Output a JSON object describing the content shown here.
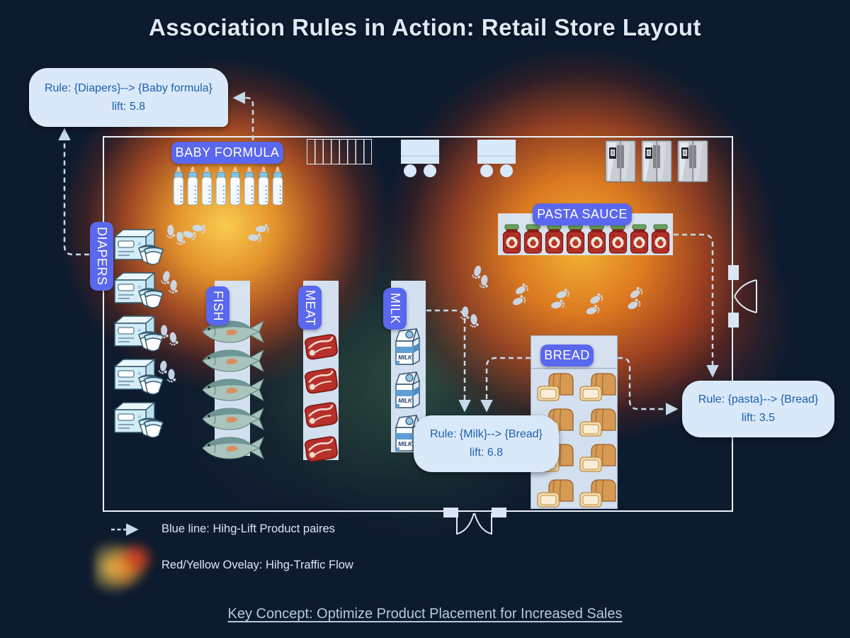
{
  "title": "Association Rules in Action: Retail Store Layout",
  "callouts": {
    "diapers_formula": {
      "rule": "Rule: {Diapers}--> {Baby formula}",
      "lift": "lift: 5.8"
    },
    "milk_bread": {
      "rule": "Rule: {Milk}--> {Bread}",
      "lift": "lift: 6.8"
    },
    "pasta_bread": {
      "rule": "Rule: {pasta}--> {Bread}",
      "lift": "lift: 3.5"
    }
  },
  "sections": {
    "baby_formula": {
      "label": "BABY FORMULA",
      "item_count": 8
    },
    "diapers": {
      "label": "DIAPERS",
      "item_count": 5
    },
    "fish": {
      "label": "FISH",
      "item_count": 5
    },
    "meat": {
      "label": "MEAT",
      "item_count": 4
    },
    "milk": {
      "label": "MILK",
      "item_count": 3,
      "carton_text": "MILK"
    },
    "pasta_sauce": {
      "label": "PASTA SAUCE",
      "item_count": 8
    },
    "bread": {
      "label": "BREAD",
      "item_count": 8
    }
  },
  "fixtures": {
    "fridge_count": 3,
    "checkout_count": 2
  },
  "legend": {
    "line_label": "Blue line: Hihg-Lift Product paires",
    "overlay_label": "Red/Yellow Ovelay: Hihg-Traffic Flow"
  },
  "footer": "Key Concept: Optimize Product Placement for Increased Sales",
  "colors": {
    "background": "#0d1b2e",
    "title_text": "#dfe9f6",
    "label_bg": "#5a67ef",
    "label_text": "#ffffff",
    "callout_bg": "#d9e9f9",
    "callout_text": "#1d5fa9",
    "wall": "#e9f1fa",
    "line": "#c7daea",
    "shelf": "#d8e6f6",
    "heat_core": "#ffd050",
    "heat_mid": "#f1831f",
    "heat_outer": "#b8442c",
    "footer_text": "#b6c9e0",
    "legend_text": "#d8e6f4"
  }
}
